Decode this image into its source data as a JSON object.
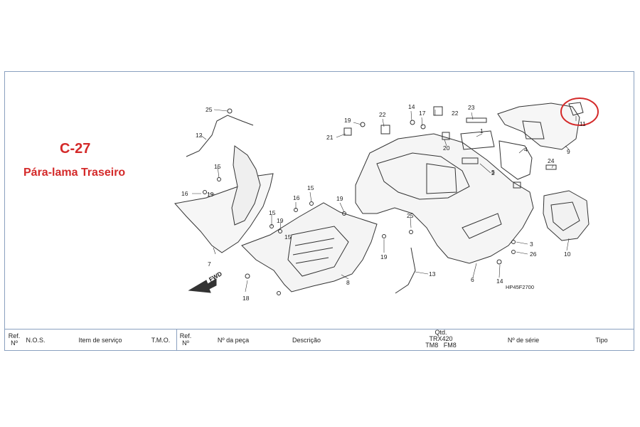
{
  "header": {
    "code": "C-27",
    "subtitle": "Pára-lama Traseiro"
  },
  "diagram": {
    "reference": "HP45F2700",
    "fwd_label": "FWD",
    "callouts": [
      "1",
      "2",
      "3",
      "4",
      "5",
      "6",
      "7",
      "8",
      "9",
      "10",
      "11",
      "12",
      "13",
      "14",
      "15",
      "16",
      "17",
      "18",
      "19",
      "20",
      "21",
      "22",
      "23",
      "24",
      "25",
      "26"
    ],
    "highlight_color": "#d42a2a"
  },
  "table_header": {
    "ref_a": "Ref.",
    "num_a": "Nº",
    "nos": "N.O.S.",
    "item_servico": "Item de serviço",
    "tmo": "T.M.O.",
    "ref_b": "Ref.",
    "num_b": "Nº",
    "num_peca": "Nº da peça",
    "descricao": "Descrição",
    "qtd": "Qtd.",
    "model": "TRX420",
    "variant_a": "TM8",
    "variant_b": "FM8",
    "num_serie": "Nº de série",
    "tipo": "Tipo"
  }
}
